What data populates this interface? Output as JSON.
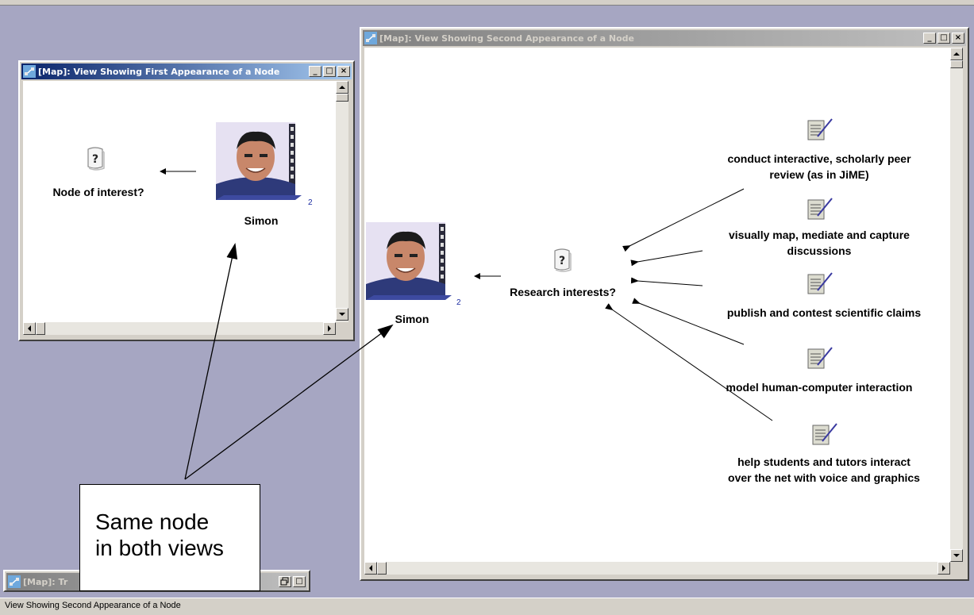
{
  "windows": {
    "first": {
      "title": "[Map]: View Showing First Appearance of a Node"
    },
    "second": {
      "title": "[Map]: View Showing Second Appearance of a Node"
    },
    "minimized": {
      "title": "[Map]: Tr"
    }
  },
  "first_view": {
    "question_node": {
      "label": "Node of interest?"
    },
    "person_node": {
      "label": "Simon",
      "badge": "2"
    }
  },
  "second_view": {
    "person_node": {
      "label": "Simon",
      "badge": "2"
    },
    "question_node": {
      "label": "Research interests?"
    },
    "notes": [
      {
        "line1": "conduct interactive, scholarly peer",
        "line2": "review (as in JiME)"
      },
      {
        "line1": "visually map, mediate and capture",
        "line2": "discussions"
      },
      {
        "line1": "publish and contest scientific claims",
        "line2": ""
      },
      {
        "line1": "model human-computer interaction",
        "line2": ""
      },
      {
        "line1": "help students and tutors interact",
        "line2": "over the net with voice and graphics"
      }
    ]
  },
  "callout": {
    "line1": "Same node",
    "line2": "in both views"
  },
  "statusbar": {
    "text": "View Showing Second Appearance of a Node"
  },
  "window_buttons": {
    "minimize": "_",
    "maximize": "□",
    "close": "×",
    "restore": "🗗"
  },
  "colors": {
    "desktop": "#a6a6c2",
    "active_title": "#0a246a",
    "inactive_title": "#808080"
  },
  "icons": {
    "map": "map-icon",
    "question": "question-node-icon",
    "note": "note-node-icon",
    "photo": "person-photo"
  }
}
